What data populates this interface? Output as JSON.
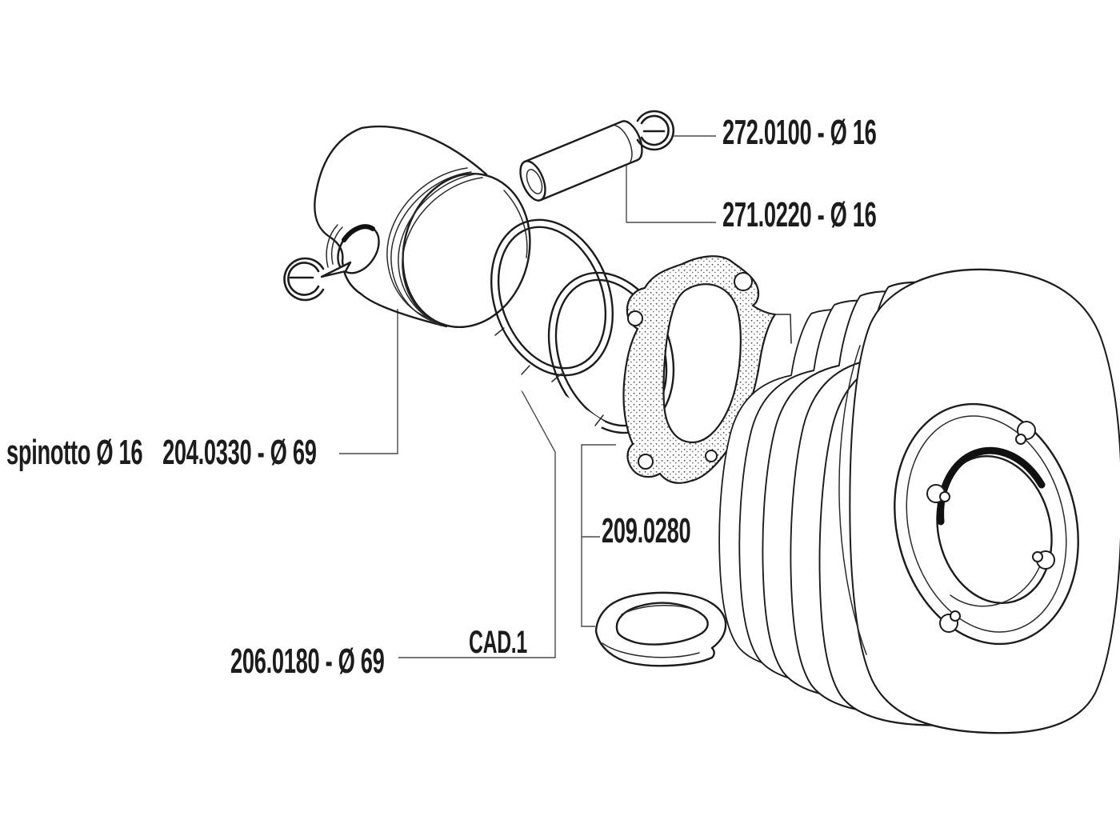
{
  "colors": {
    "background": "#ffffff",
    "ink": "#1c1c1c",
    "leader": "#4a4a4a"
  },
  "labels": {
    "circlip": "272.0100 - Ø 16",
    "wrist_pin": "271.0220 - Ø 16",
    "spinotto": "spinotto Ø 16",
    "piston": "204.0330 - Ø 69",
    "gasket_set": "209.0280",
    "cad_note": "CAD.1",
    "piston_rings": "206.0180 - Ø 69"
  }
}
